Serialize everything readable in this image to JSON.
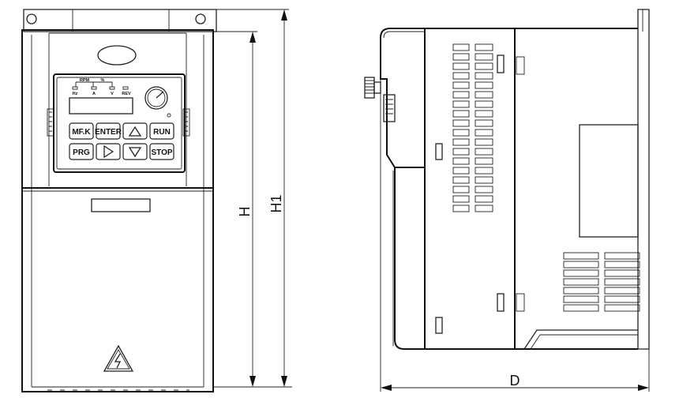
{
  "keypad": {
    "keys": [
      "MF.K",
      "ENTER",
      "RUN",
      "PRG",
      "STOP"
    ],
    "led_labels": [
      "Hz",
      "A",
      "V",
      "REV"
    ],
    "led_group_labels": [
      "RPM",
      "%"
    ]
  },
  "dimensions": {
    "height": "H",
    "overall_height": "H1",
    "depth": "D"
  }
}
